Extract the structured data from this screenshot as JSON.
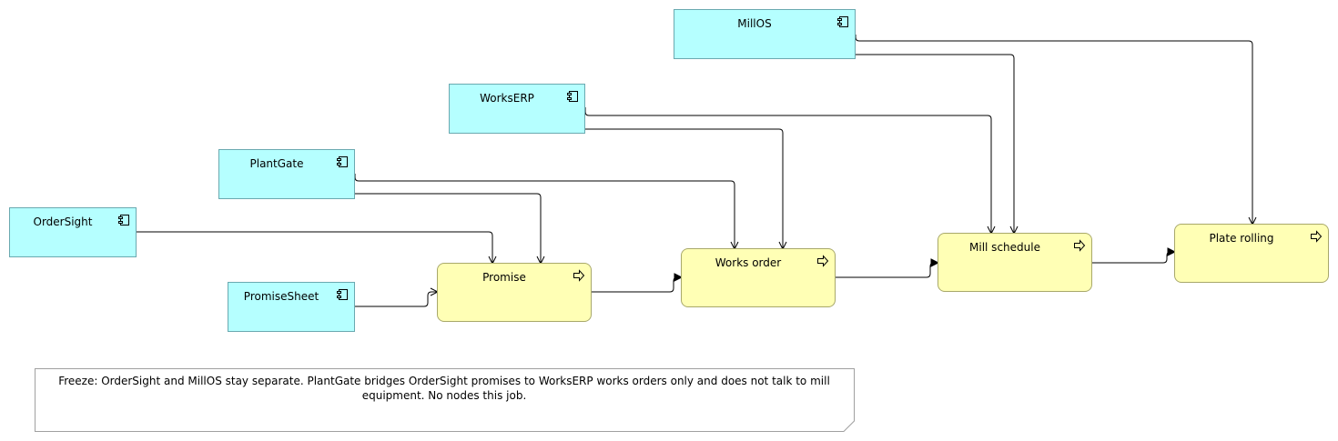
{
  "components": {
    "millos": "MillOS",
    "workserp": "WorksERP",
    "plantgate": "PlantGate",
    "ordersight": "OrderSight",
    "promisesheet": "PromiseSheet"
  },
  "processes": {
    "promise": "Promise",
    "works_order": "Works order",
    "mill_schedule": "Mill schedule",
    "plate_rolling": "Plate rolling"
  },
  "icons": {
    "component": "component-icon",
    "process": "process-arrow-icon"
  },
  "note": {
    "text": "Freeze: OrderSight and MillOS stay separate. PlantGate bridges OrderSight promises to WorksERP works orders only and does not talk to mill equipment. No nodes this job."
  },
  "colors": {
    "application_fill": "#b5ffff",
    "process_fill": "#ffffb5",
    "line": "#000000"
  }
}
